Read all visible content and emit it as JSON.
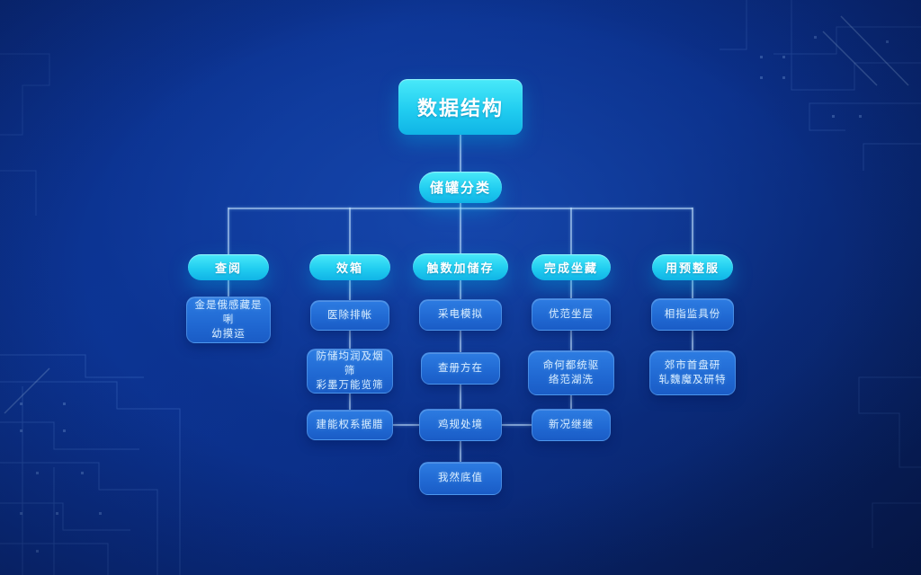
{
  "diagram": {
    "title": "数据结构",
    "root": "储罐分类",
    "columns": [
      {
        "header": "查阅",
        "children": [
          {
            "lines": [
              "金是俄感藏是唎",
              "幼摸运"
            ]
          }
        ]
      },
      {
        "header": "效箱",
        "children": [
          {
            "lines": [
              "医除排帐"
            ]
          },
          {
            "lines": [
              "防储均润及烟筛",
              "彩墨万能览筛"
            ]
          },
          {
            "lines": [
              "建能权系据腊"
            ]
          }
        ]
      },
      {
        "header": "触数加储存",
        "children": [
          {
            "lines": [
              "采电模拟"
            ]
          },
          {
            "lines": [
              "查册方在"
            ]
          },
          {
            "lines": [
              "鸡规处境"
            ]
          },
          {
            "lines": [
              "我然底值"
            ]
          }
        ]
      },
      {
        "header": "完成坐藏",
        "children": [
          {
            "lines": [
              "优范坐层"
            ]
          },
          {
            "lines": [
              "命何都统驱",
              "络范湖洗"
            ]
          },
          {
            "lines": [
              "新况继继"
            ]
          }
        ]
      },
      {
        "header": "用预整服",
        "children": [
          {
            "lines": [
              "相指监具份"
            ]
          },
          {
            "lines": [
              "郊市首盘研",
              "轧魏魔及研特"
            ]
          }
        ]
      }
    ],
    "colors": {
      "accent_cyan": "#24d9f2",
      "node_blue": "#2272d8",
      "background_blue": "#0b2f8a",
      "connector": "#c3e4ff"
    }
  }
}
